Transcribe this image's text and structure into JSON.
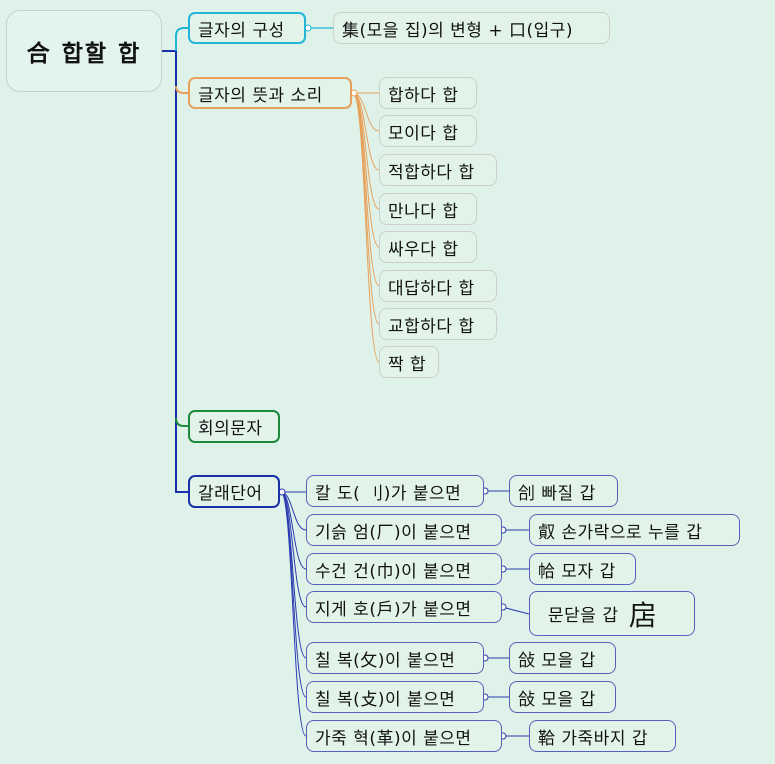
{
  "root": "合 합할 합",
  "composition": {
    "label": "글자의 구성",
    "value": "集(모을 집)의 변형 + 口(입구)"
  },
  "meaning": {
    "label": "글자의 뜻과 소리",
    "items": [
      "합하다 합",
      "모이다 합",
      "적합하다 합",
      "만나다 합",
      "싸우다 합",
      "대답하다 합",
      "교합하다 합",
      "짝 합"
    ]
  },
  "type": {
    "label": "회의문자"
  },
  "derived": {
    "label": "갈래단어",
    "items": [
      {
        "cond": "칼 도( 刂)가 붙으면",
        "result": "㓣 빠질 갑"
      },
      {
        "cond": "기슭 엄(厂)이 붙으면",
        "result": "㕢 손가락으로 누를 갑"
      },
      {
        "cond": "수건 건(巾)이 붙으면",
        "result": "帢 모자 갑"
      },
      {
        "cond": "지게 호(戶)가 붙으면",
        "result_text": "문닫을 갑",
        "result_char": "扂"
      },
      {
        "cond": "칠 복(攵)이 붙으면",
        "result": "敆 모을 갑"
      },
      {
        "cond": "칠 복(攴)이 붙으면",
        "result": "敆 모을 갑"
      },
      {
        "cond": "가죽 혁(革)이 붙으면",
        "result": "鞈 가죽바지 갑"
      }
    ]
  },
  "colors": {
    "background": "#dff2e9",
    "composition_branch": "#22b5d8",
    "meaning_branch": "#e7a15a",
    "type_branch": "#1c8a3a",
    "derived_branch": "#1b2fa8"
  }
}
